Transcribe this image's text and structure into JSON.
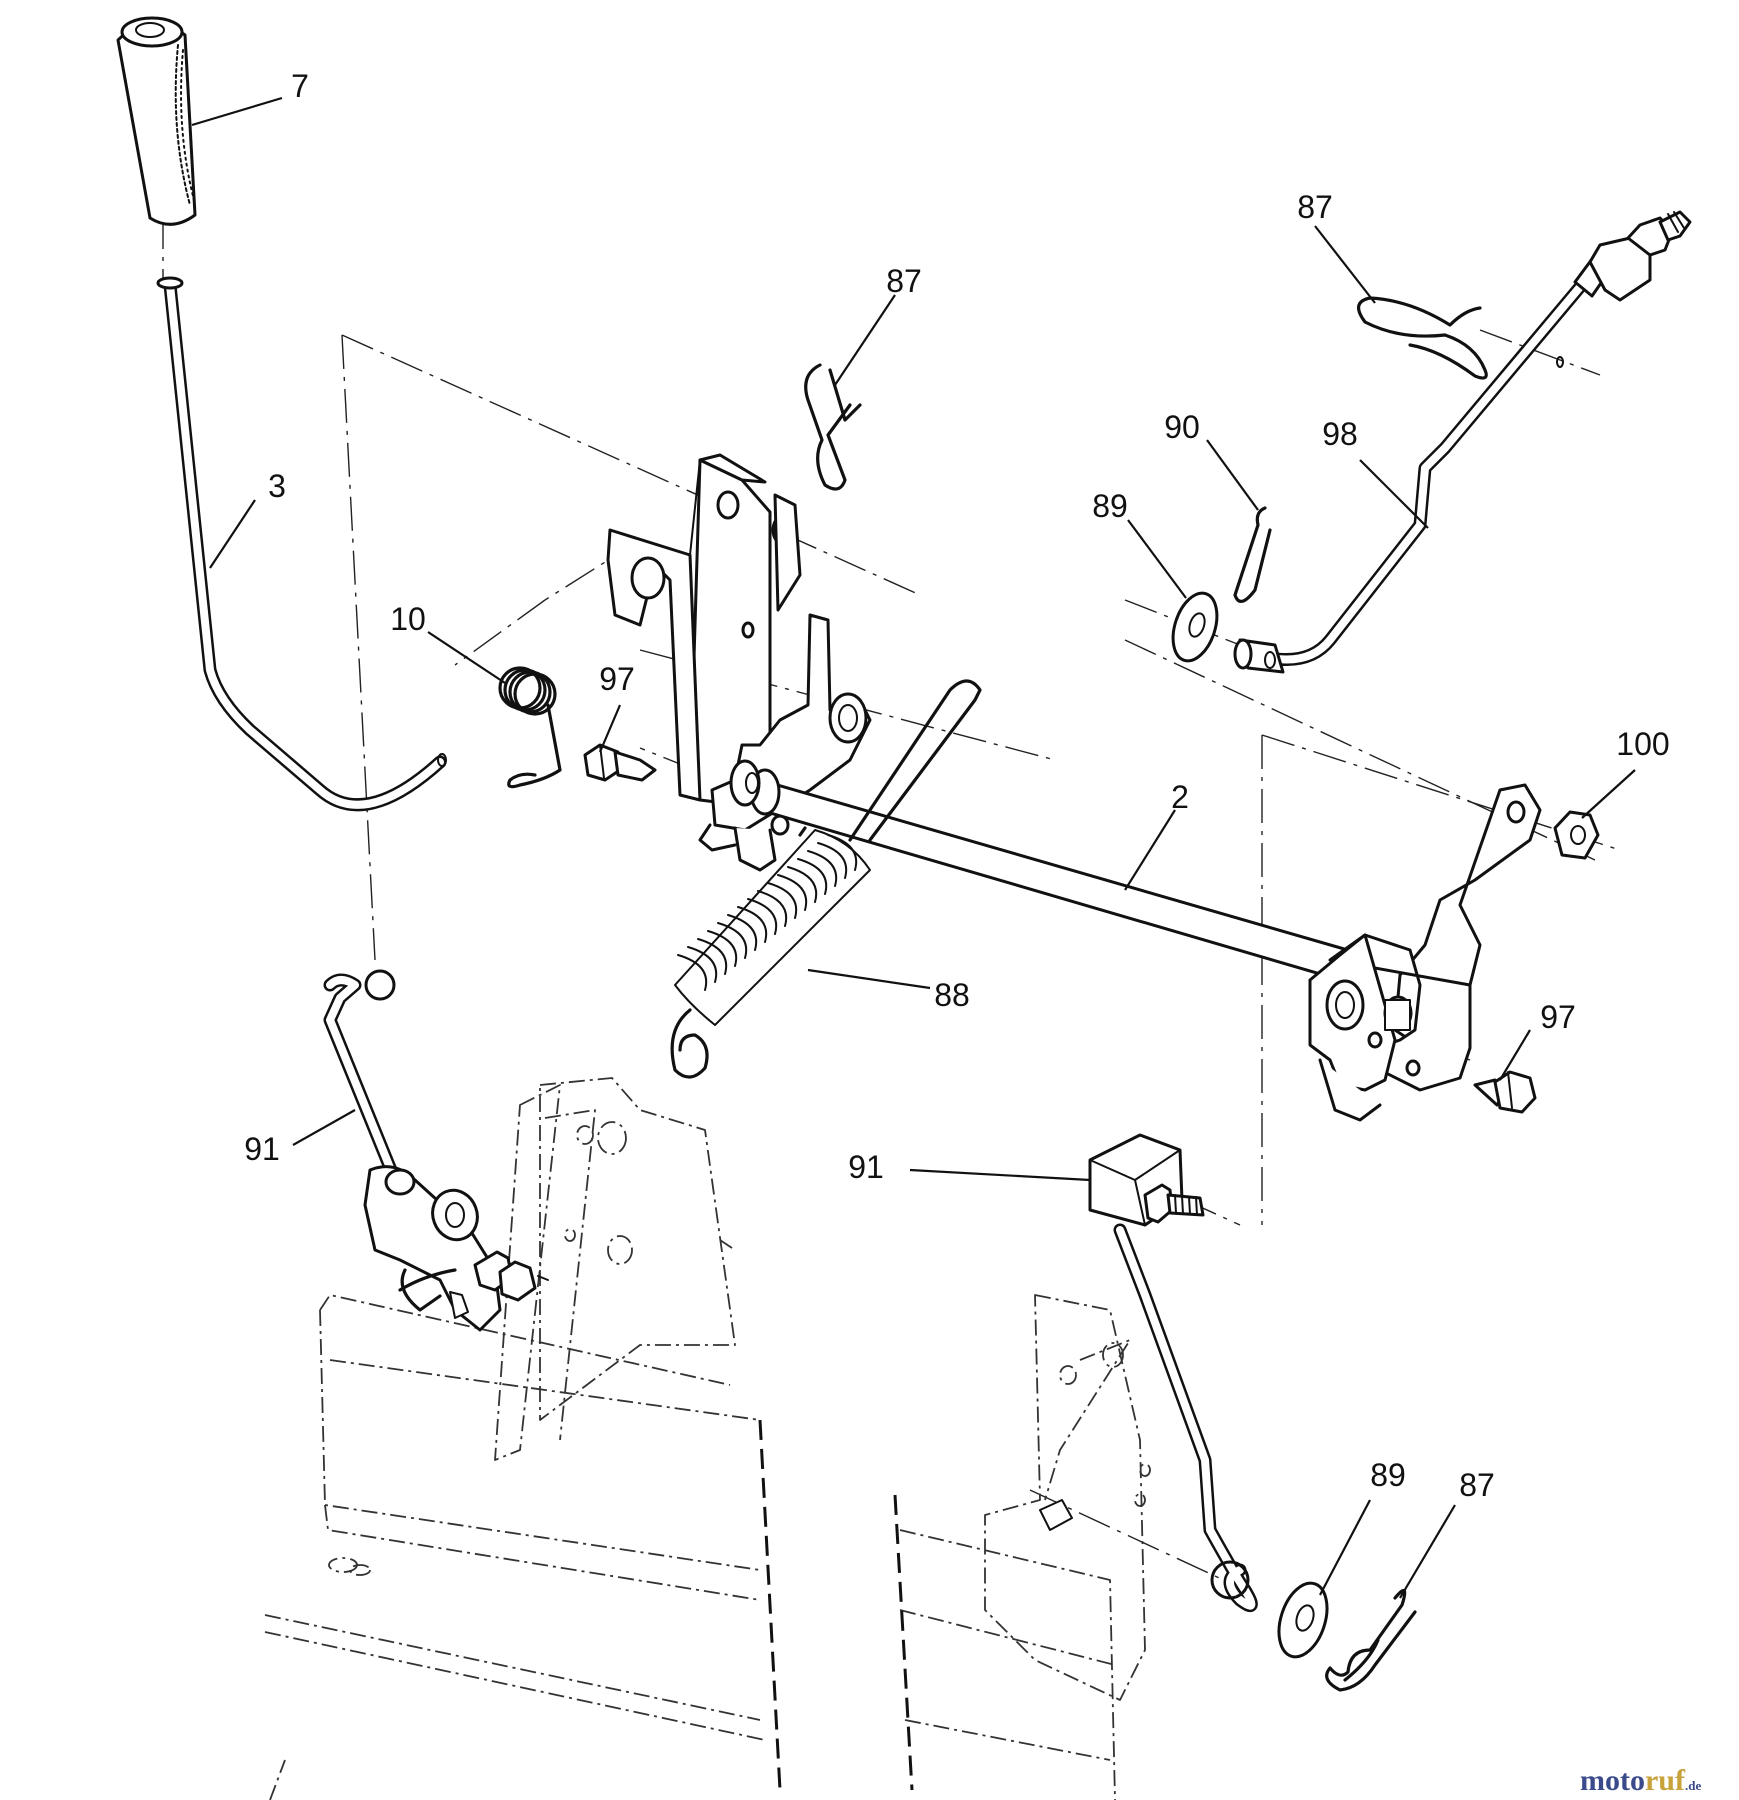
{
  "labels": {
    "l7": "7",
    "l3": "3",
    "l10": "10",
    "l97a": "97",
    "l87a": "87",
    "l87b": "87",
    "l90": "90",
    "l89a": "89",
    "l98": "98",
    "l100": "100",
    "l2": "2",
    "l88": "88",
    "l97b": "97",
    "l91a": "91",
    "l91b": "91",
    "l89b": "89",
    "l87c": "87"
  },
  "watermark": {
    "text1": "moto",
    "text2": "ruf",
    "suffix": ".de",
    "color1": "#3a4a8a",
    "color2": "#c8a23a"
  }
}
